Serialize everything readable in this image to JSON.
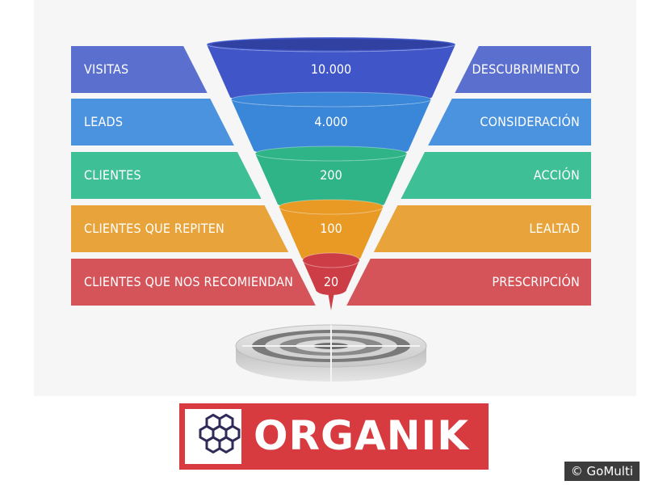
{
  "funnel": {
    "bands": [
      {
        "label": "VISITAS",
        "value": "10.000",
        "stage": "DESCUBRIMIENTO",
        "color": "#5b6fcf",
        "funnel_color": "#3f55c8"
      },
      {
        "label": "LEADS",
        "value": "4.000",
        "stage": "CONSIDERACIÓN",
        "color": "#4c93df",
        "funnel_color": "#3a86d8"
      },
      {
        "label": "CLIENTES",
        "value": "200",
        "stage": "ACCIÓN",
        "color": "#3fbf95",
        "funnel_color": "#2fb487"
      },
      {
        "label": "CLIENTES QUE REPITEN",
        "value": "100",
        "stage": "LEALTAD",
        "color": "#e8a43a",
        "funnel_color": "#e89a25"
      },
      {
        "label": "CLIENTES QUE NOS RECOMIENDAN",
        "value": "20",
        "stage": "PRESCRIPCIÓN",
        "color": "#d5545a",
        "funnel_color": "#cc3d45"
      }
    ]
  },
  "logo": {
    "brand": "ORGANIK",
    "icon": "hexagon-cluster-icon",
    "color": "#d73a3f"
  },
  "watermark": {
    "text": "© GoMulti"
  }
}
